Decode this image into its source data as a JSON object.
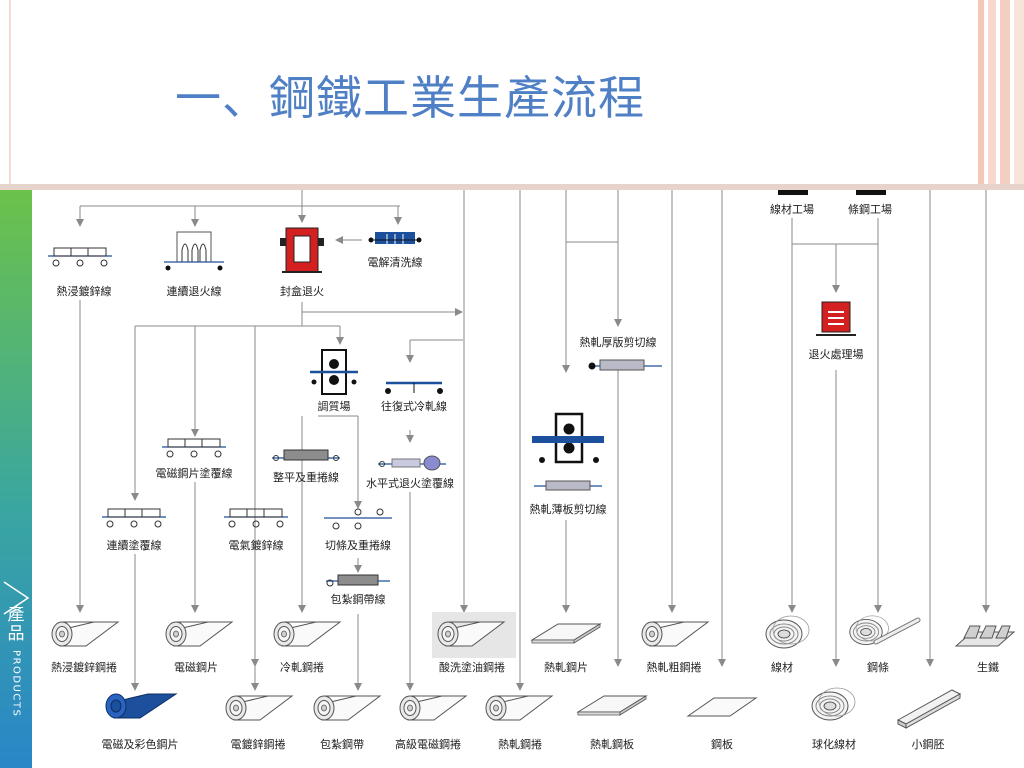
{
  "title": "一、鋼鐵工業生產流程",
  "sidebar": {
    "cn": "產品",
    "en": "PRODUCTS"
  },
  "colors": {
    "title": "#4f7fc5",
    "line": "#8a8a8a",
    "steelBlue": "#1c4f9c",
    "furnaceRed": "#d42020",
    "sidebarTop": "#6cc24a",
    "sidebarBottom": "#2a86c8"
  },
  "facilities": {
    "wire_mill": "線材工場",
    "bar_mill": "條鋼工場",
    "hot_dip_galv": "熱浸鍍鋅線",
    "cont_anneal": "連續退火線",
    "box_anneal": "封盒退火",
    "electrolytic_clean": "電解清洗線",
    "plate_shear": "熱軋厚版剪切線",
    "annealing_plant": "退火處理場",
    "temper": "調質場",
    "reversing_cold": "往復式冷軋線",
    "elec_steel_coating": "電磁鋼片塗覆線",
    "leveling_rewind": "整平及重捲線",
    "horiz_anneal_coat": "水平式退火塗覆線",
    "hot_thin_shear": "熱軋薄板剪切線",
    "cont_coating": "連續塗覆線",
    "electro_galv": "電氣鍍鋅線",
    "slit_rewind": "切條及重捲線",
    "strip_pack": "包紮鋼帶線"
  },
  "products_row1": [
    "熱浸鍍鋅鋼捲",
    "電磁鋼片",
    "冷軋鋼捲",
    "酸洗塗油鋼捲",
    "熱軋鋼片",
    "熱軋粗鋼捲",
    "線材",
    "鋼條",
    "生鐵"
  ],
  "products_row2": [
    "電磁及彩色鋼片",
    "電鍍鋅鋼捲",
    "包紮鋼帶",
    "高級電磁鋼捲",
    "熱軋鋼捲",
    "熱軋鋼板",
    "鋼板",
    "球化線材",
    "小鋼胚"
  ]
}
